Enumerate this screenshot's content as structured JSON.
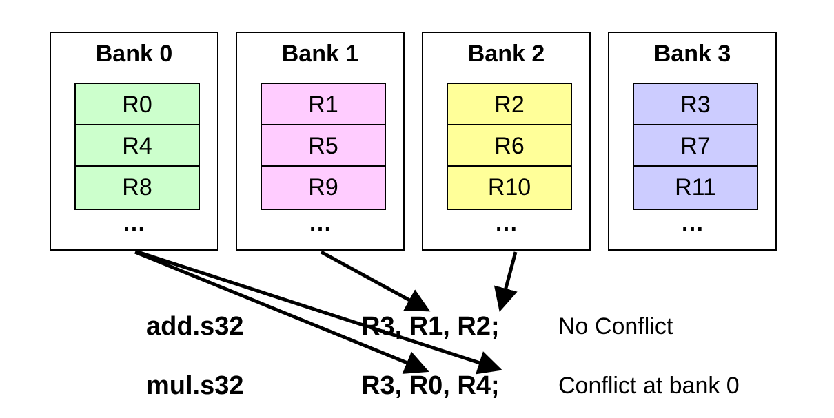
{
  "banks": [
    {
      "title": "Bank 0",
      "registers": [
        "R0",
        "R4",
        "R8"
      ],
      "more": "…",
      "color": "#ccffcc"
    },
    {
      "title": "Bank 1",
      "registers": [
        "R1",
        "R5",
        "R9"
      ],
      "more": "…",
      "color": "#ffccff"
    },
    {
      "title": "Bank 2",
      "registers": [
        "R2",
        "R6",
        "R10"
      ],
      "more": "…",
      "color": "#ffff99"
    },
    {
      "title": "Bank 3",
      "registers": [
        "R3",
        "R7",
        "R11"
      ],
      "more": "…",
      "color": "#ccccff"
    }
  ],
  "instructions": [
    {
      "opcode": "add.s32",
      "operands": "R3, R1, R2;",
      "note": "No Conflict"
    },
    {
      "opcode": "mul.s32",
      "operands": "R3, R0, R4;",
      "note": "Conflict at bank 0"
    }
  ]
}
